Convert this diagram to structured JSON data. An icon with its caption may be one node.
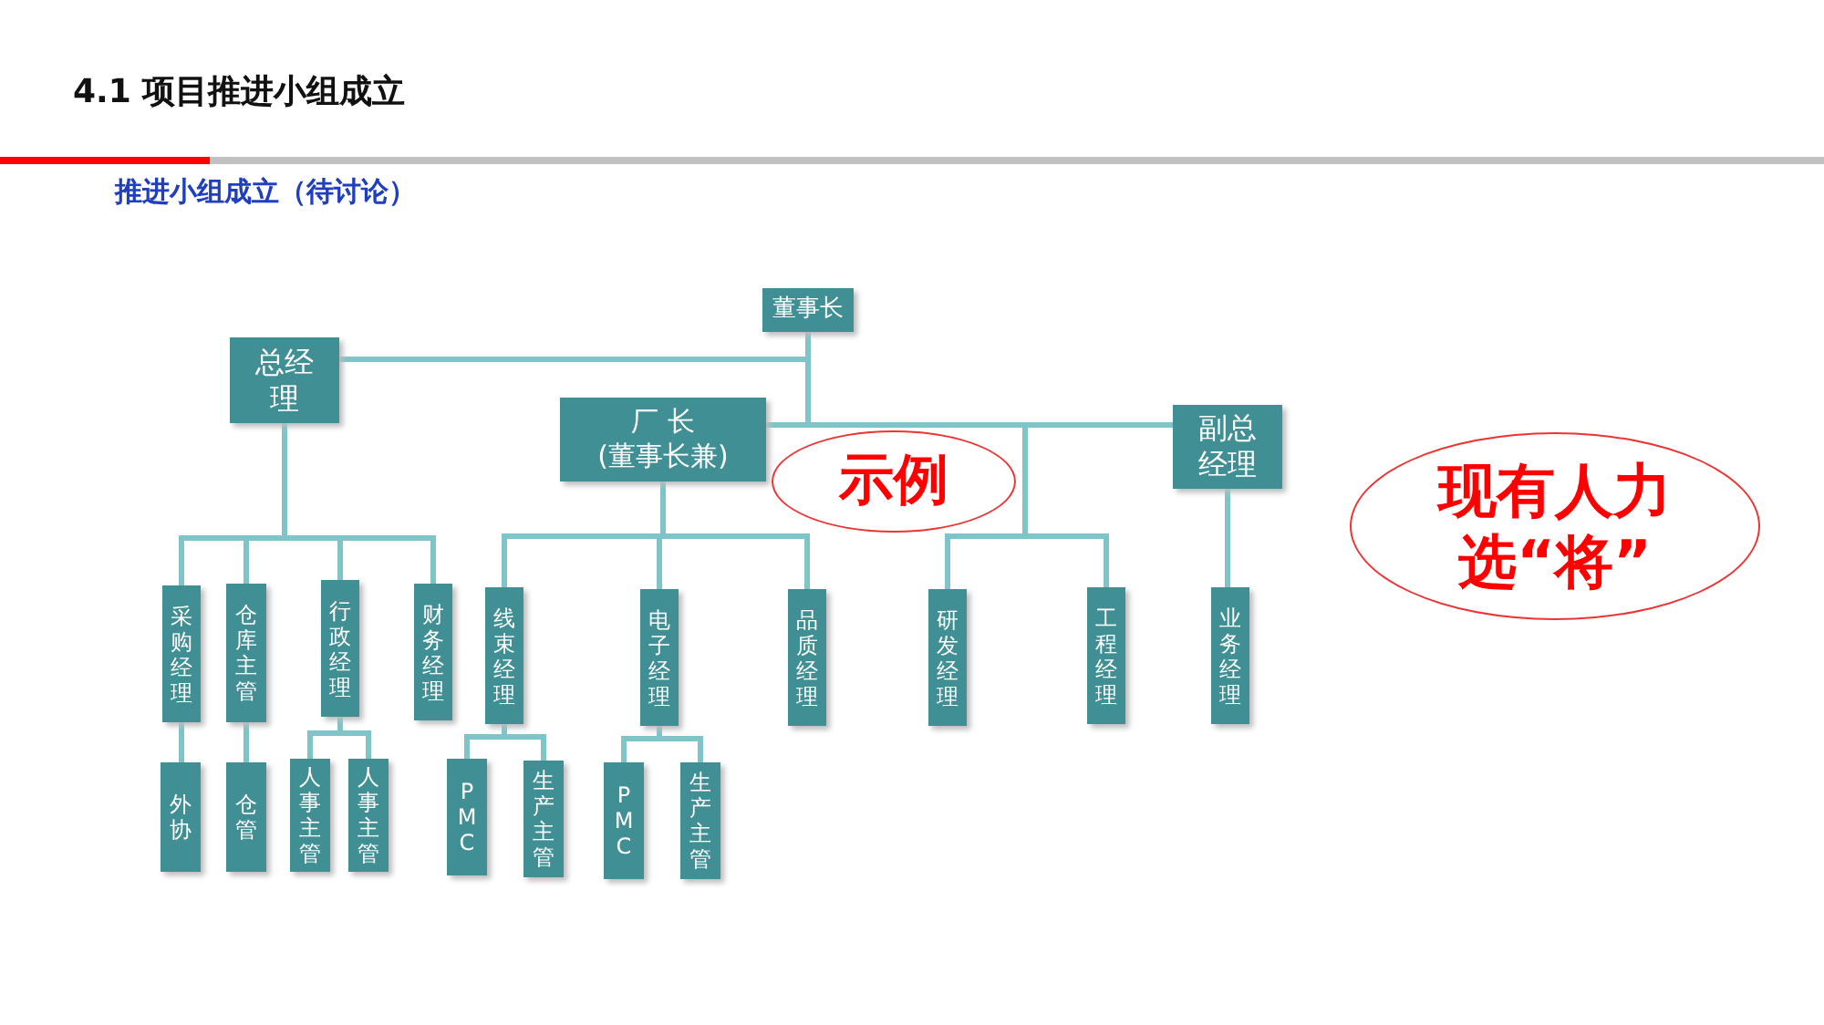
{
  "diagram": {
    "title": "4.1 项目推进小组成立",
    "nodes": [
      {
        "text": [
          "董事长"
        ]
      },
      {
        "text": [
          "总经理"
        ]
      },
      {
        "text": [
          "厂 长 (董事长兼)"
        ]
      },
      {
        "text": [
          "副总经理"
        ]
      },
      {
        "text": [
          "采购经理"
        ]
      },
      {
        "text": [
          "仓库主管"
        ]
      },
      {
        "text": [
          "行政经理"
        ]
      },
      {
        "text": [
          "财务经理"
        ]
      },
      {
        "text": [
          "线束经理"
        ]
      },
      {
        "text": [
          "电子经理"
        ]
      },
      {
        "text": [
          "品质经理"
        ]
      },
      {
        "text": [
          "研发经理"
        ]
      },
      {
        "text": [
          "工程经理"
        ]
      },
      {
        "text": [
          "业务经理"
        ]
      },
      {
        "text": [
          "外协"
        ]
      },
      {
        "text": [
          "仓管"
        ]
      },
      {
        "text": [
          "人事主管"
        ]
      },
      {
        "text": [
          "人事主管"
        ]
      },
      {
        "text": [
          "PMC"
        ]
      },
      {
        "text": [
          "生产主管"
        ]
      },
      {
        "text": [
          "PMC"
        ]
      },
      {
        "text": [
          "生产主管"
        ]
      },
      {
        "text": [
          "示例"
        ]
      },
      {
        "text": [
          "现有人力选“将”"
        ]
      }
    ],
    "edges": [
      {
        "from": 0,
        "to": 1,
        "arrow": "none"
      },
      {
        "from": 0,
        "to": 2,
        "arrow": "none"
      },
      {
        "from": 0,
        "to": 3,
        "arrow": "none"
      },
      {
        "from": 0,
        "to": 11,
        "arrow": "none"
      },
      {
        "from": 0,
        "to": 12,
        "arrow": "none"
      },
      {
        "from": 1,
        "to": 4,
        "arrow": "none"
      },
      {
        "from": 1,
        "to": 5,
        "arrow": "none"
      },
      {
        "from": 1,
        "to": 6,
        "arrow": "none"
      },
      {
        "from": 1,
        "to": 7,
        "arrow": "none"
      },
      {
        "from": 2,
        "to": 8,
        "arrow": "none"
      },
      {
        "from": 2,
        "to": 9,
        "arrow": "none"
      },
      {
        "from": 2,
        "to": 10,
        "arrow": "none"
      },
      {
        "from": 3,
        "to": 13,
        "arrow": "none"
      },
      {
        "from": 4,
        "to": 14,
        "arrow": "none"
      },
      {
        "from": 5,
        "to": 15,
        "arrow": "none"
      },
      {
        "from": 6,
        "to": 16,
        "arrow": "none"
      },
      {
        "from": 6,
        "to": 17,
        "arrow": "none"
      },
      {
        "from": 8,
        "to": 18,
        "arrow": "none"
      },
      {
        "from": 8,
        "to": 19,
        "arrow": "none"
      },
      {
        "from": 9,
        "to": 20,
        "arrow": "none"
      },
      {
        "from": 9,
        "to": 21,
        "arrow": "none"
      }
    ],
    "labels": [
      "推进小组成立（待讨论）"
    ]
  }
}
